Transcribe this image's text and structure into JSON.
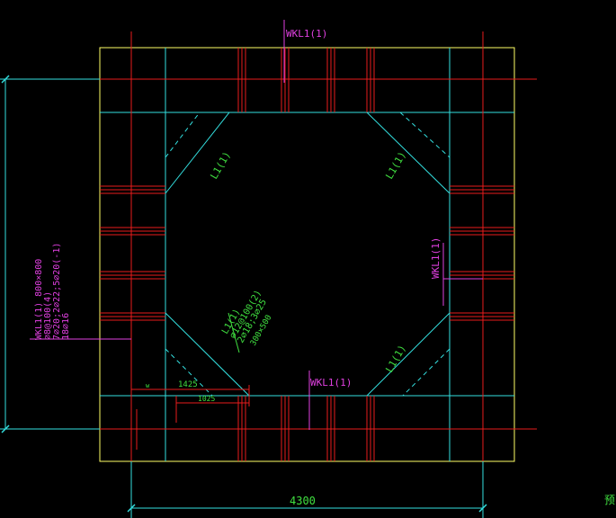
{
  "colors": {
    "background": "#000000",
    "outline_yellow": "#ffff66",
    "beam_cyan": "#33e0e0",
    "rebar_red": "#e81c1c",
    "tag_magenta": "#e040e0",
    "label_green": "#40e040",
    "dim_cyan": "#33e0e0",
    "dim_red": "#e81c1c"
  },
  "labels": {
    "wkl_top": "WKL1(1)",
    "wkl_right": "WKL1(1)",
    "wkl_bottom": "WKL1(1)",
    "l_top_left": "L1(1)",
    "l_top_right": "L1(1)",
    "l_bottom_right": "L1(1)",
    "l_bottom_left": "L1(1)",
    "bl_spec_1": "L1(1)",
    "bl_spec_2": "⌀12@100(2)",
    "bl_spec_3": "2⌀18;3⌀25",
    "bl_spec_4": "300×500",
    "left_spec_1": "WKL1(1)  800×800",
    "left_spec_2": "⌀8@100(4)",
    "left_spec_3": "7⌀20;2⌀22;5⌀20(-1)",
    "left_spec_4": "18⌀16"
  },
  "dimensions": {
    "overall_width": "4300",
    "inner_dim_1": "1425",
    "inner_dim_2": "1025",
    "tick_w": "w"
  },
  "corner_mark": "预"
}
